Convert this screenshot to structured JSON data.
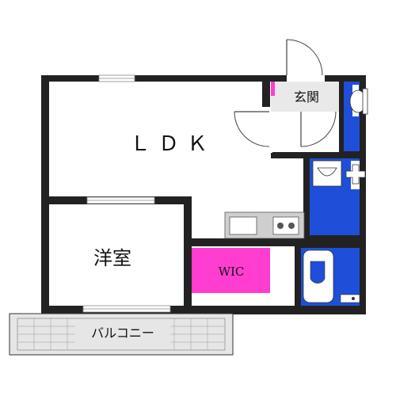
{
  "rooms": {
    "ldk": "ＬＤＫ",
    "western_room": "洋室",
    "wic": "WIC",
    "entrance": "玄関",
    "balcony": "バルコニー"
  },
  "colors": {
    "wall": "#222222",
    "wet_area_blue": "#1f4fd8",
    "wic_magenta": "#ff3dd0",
    "balcony_tile": "#e6e6e6",
    "entrance_floor": "#e9e9e9",
    "fixture_white": "#ffffff",
    "kitchen_gray": "#cfcfcf"
  },
  "icons": [
    "toilet-icon",
    "washbasin-icon",
    "washing-machine-pan-icon",
    "bathtub-icon",
    "stove-icon",
    "door-swing-icon"
  ]
}
